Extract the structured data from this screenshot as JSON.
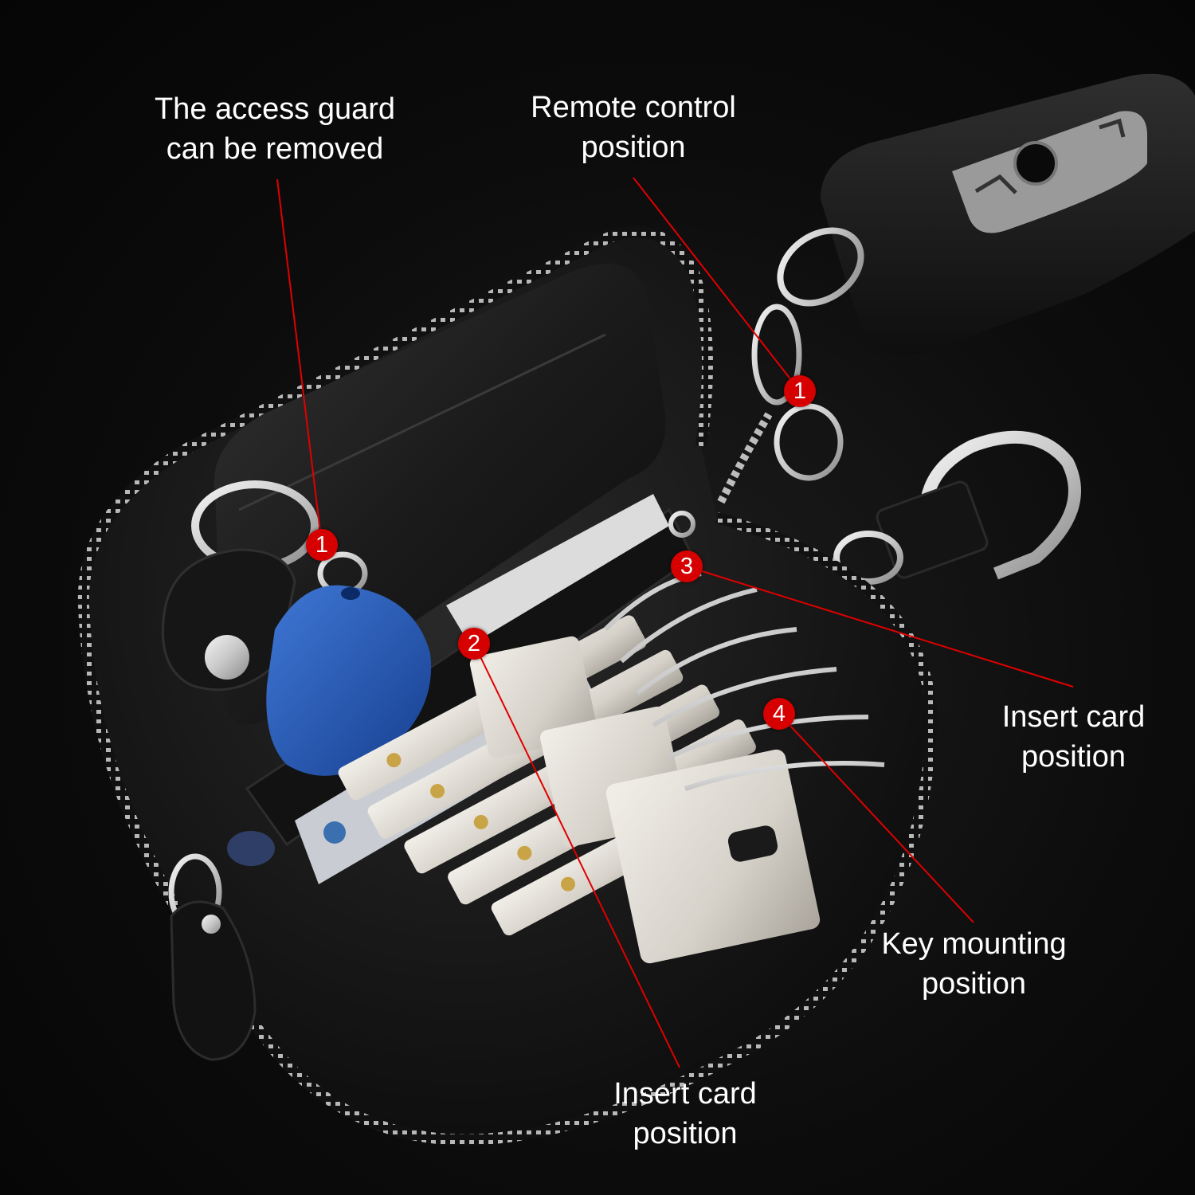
{
  "colors": {
    "background": "#0b0b0b",
    "leader_line": "#e00000",
    "marker_fill": "#d60000",
    "text": "#ffffff"
  },
  "callouts": {
    "access_guard": {
      "line1": "The access guard",
      "line2": "can be removed"
    },
    "remote_control": {
      "line1": "Remote control",
      "line2": "position"
    },
    "insert_card_right": {
      "line1": "Insert card",
      "line2": "position"
    },
    "key_mounting": {
      "line1": "Key mounting",
      "line2": "position"
    },
    "insert_card_bottom": {
      "line1": "Insert card",
      "line2": "position"
    }
  },
  "markers": {
    "access_guard": "1",
    "remote_control": "1",
    "insert_card_bottom": "2",
    "insert_card_right": "3",
    "key_mounting": "4"
  },
  "photo_items": [
    "leather-key-case-icon",
    "car-remote-key-icon",
    "blue-rfid-fob-icon",
    "metal-keys-icon",
    "keyring-icon",
    "lobster-clasp-icon",
    "zipper-icon",
    "bank-card-icon"
  ]
}
